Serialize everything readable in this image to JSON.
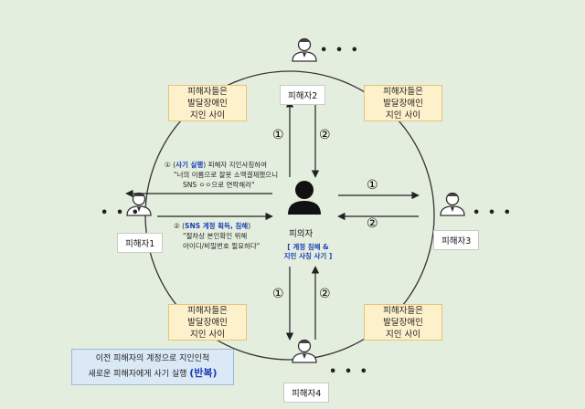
{
  "victims": {
    "v1": "피해자1",
    "v2": "피해자2",
    "v3": "피해자3",
    "v4": "피해자4"
  },
  "relation_note": [
    "피해자들은",
    "발달장애인",
    "지인 사이"
  ],
  "ellipsis": "• • •",
  "suspect": {
    "label": "피의자",
    "tag_line1": "[ 계정 침해 &",
    "tag_line2": "지인 사칭 사기 ]"
  },
  "step_markers": {
    "one": "①",
    "two": "②"
  },
  "message1": {
    "prefix": "① (",
    "highlight": "사기 실행",
    "suffix": ") 피해자 지인사칭하여",
    "line2": "\"너의 이름으로 잘못 소액결제했으니",
    "line3": "SNS ㅇㅇ으로 연락해라\""
  },
  "message2": {
    "prefix": "② (",
    "highlight": "SNS 계정 획득, 침해",
    "suffix": ")",
    "line2": "\"절차상 본인확인 위해",
    "line3": "아이디/비밀번호 필요하다\""
  },
  "summary": {
    "line1": "이전 피해자의 계정으로 지인인척",
    "line2_text": "새로운 피해자에게 사기 실행 ",
    "line2_emph": "(반복)"
  },
  "colors": {
    "background": "#e4eedf",
    "note_fill": "#fdf1cc",
    "note_border": "#e8c27a",
    "summary_fill": "#dbe8f6",
    "accent_blue": "#1a3fb8"
  },
  "icons": [
    "person-icon",
    "suspect-icon",
    "arrow-icon"
  ]
}
